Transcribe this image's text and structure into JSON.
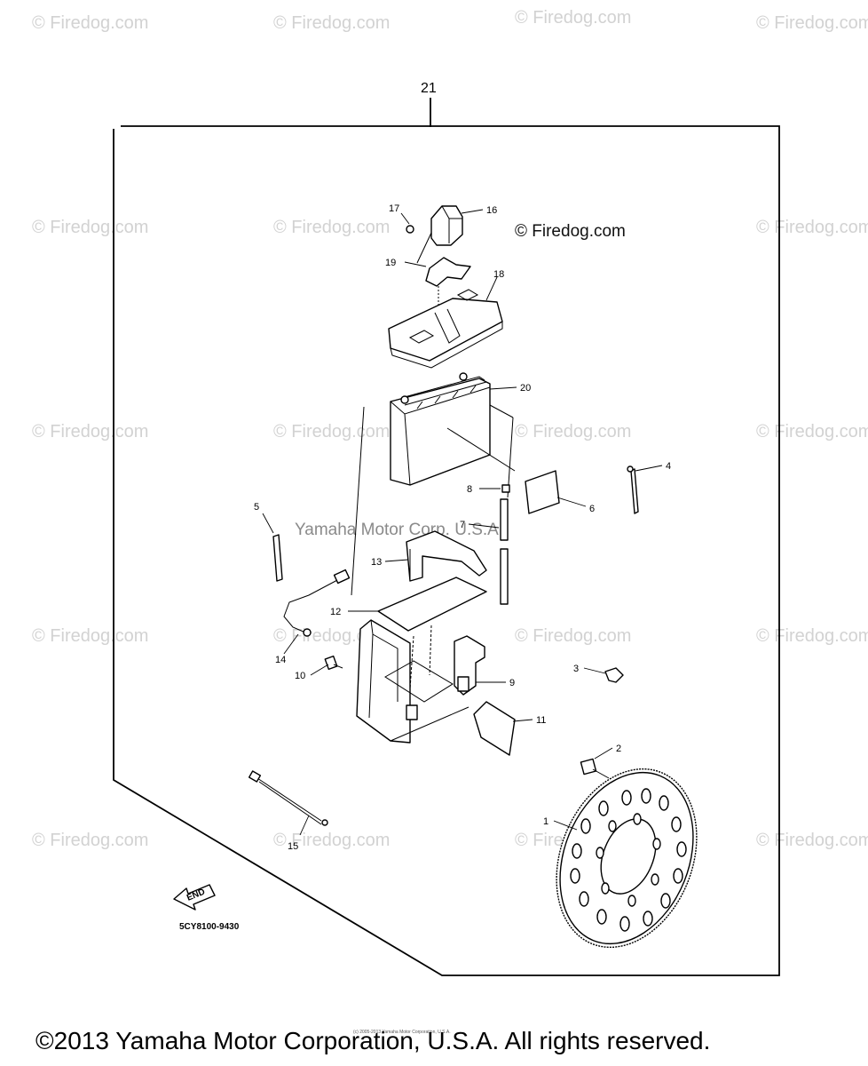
{
  "watermark": "© Firedog.com",
  "center_watermark": "Yamaha Motor Corp. U.S.A.",
  "assembly_label": "21",
  "diagram_code": "5CY8100-9430",
  "end_arrow_label": "END",
  "callouts": {
    "c1": "1",
    "c2": "2",
    "c3": "3",
    "c4": "4",
    "c5": "5",
    "c6": "6",
    "c7": "7",
    "c8": "8",
    "c9": "9",
    "c10": "10",
    "c11": "11",
    "c12": "12",
    "c13": "13",
    "c14": "14",
    "c15": "15",
    "c16": "16",
    "c17": "17",
    "c18": "18",
    "c19": "19",
    "c20": "20"
  },
  "footer": {
    "copyright": "©2013 Yamaha Motor Corporation, U.S.A. All rights reserved.",
    "small_note": "(c) 2005-2013 Yamaha Motor Corporation, U.S.A."
  }
}
